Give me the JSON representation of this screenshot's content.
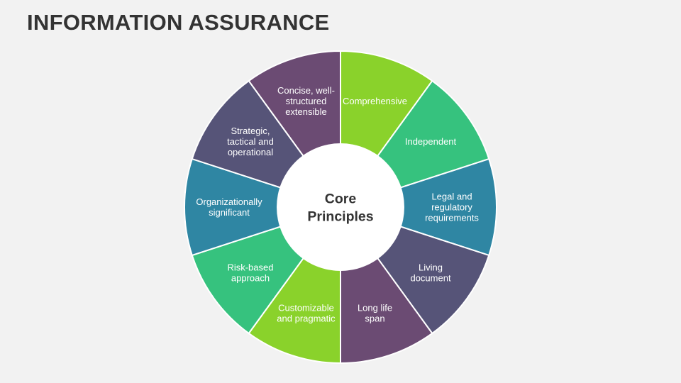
{
  "title": "INFORMATION ASSURANCE",
  "center": {
    "lines": [
      "Core",
      "Principles"
    ]
  },
  "segments": [
    {
      "lines": [
        "Comprehensive"
      ],
      "color": "#8ad22b"
    },
    {
      "lines": [
        "Independent"
      ],
      "color": "#36c27e"
    },
    {
      "lines": [
        "Legal and",
        "regulatory",
        "requirements"
      ],
      "color": "#2f86a3"
    },
    {
      "lines": [
        "Living",
        "document"
      ],
      "color": "#565478"
    },
    {
      "lines": [
        "Long life",
        "span"
      ],
      "color": "#6b4b73"
    },
    {
      "lines": [
        "Customizable",
        "and pragmatic"
      ],
      "color": "#8ad22b"
    },
    {
      "lines": [
        "Risk-based",
        "approach"
      ],
      "color": "#36c27e"
    },
    {
      "lines": [
        "Organizationally",
        "significant"
      ],
      "color": "#2f86a3"
    },
    {
      "lines": [
        "Strategic,",
        "tactical and",
        "operational"
      ],
      "color": "#565478"
    },
    {
      "lines": [
        "Concise, well-",
        "structured",
        "extensible"
      ],
      "color": "#6b4b73"
    }
  ]
}
